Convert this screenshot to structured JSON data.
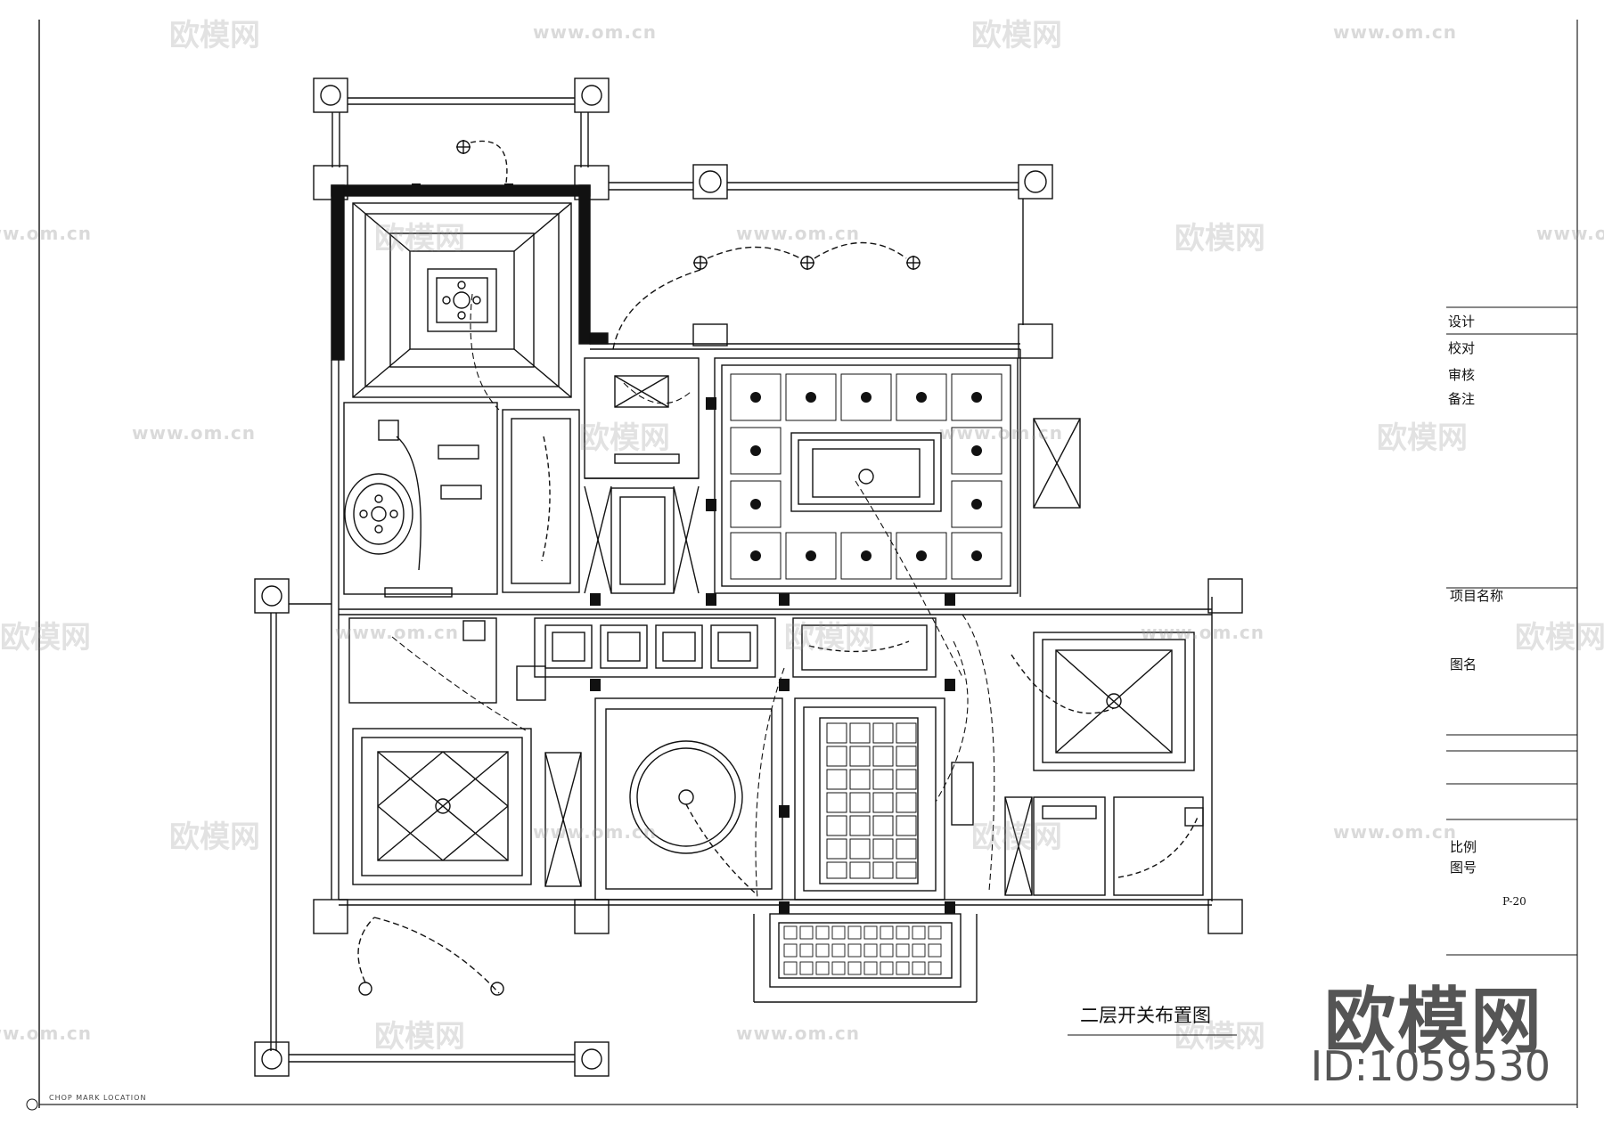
{
  "drawing": {
    "title": "二层开关布置图",
    "corner_note": "CHOP MARK LOCATION"
  },
  "title_block": {
    "design": "设计",
    "proofread": "校对",
    "review": "审核",
    "remarks": "备注",
    "project_name": "项目名称",
    "drawing_name": "图名",
    "scale": "比例",
    "drawing_no_label": "图号",
    "drawing_no": "P-20"
  },
  "watermark": {
    "brand": "欧模网",
    "url": "www.om.cn",
    "id": "ID:1059530"
  }
}
